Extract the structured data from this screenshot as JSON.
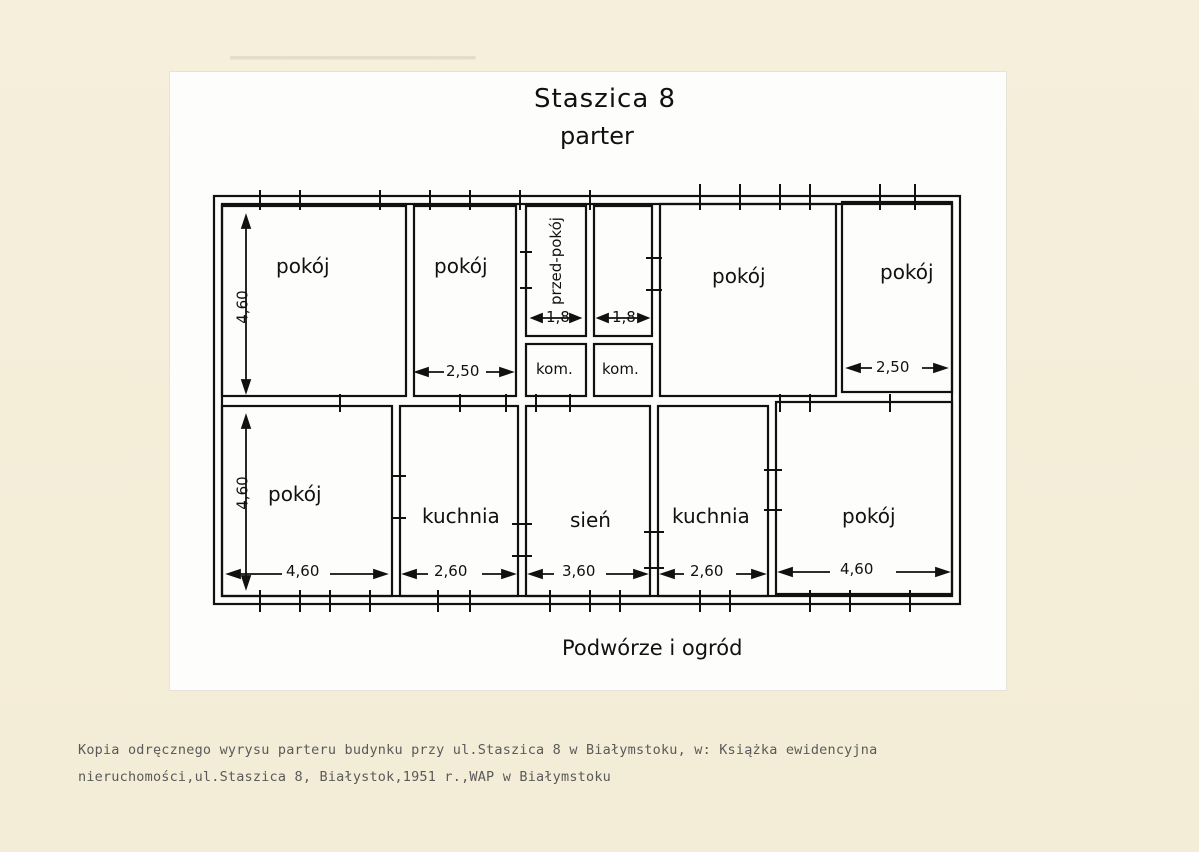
{
  "plan": {
    "title": "Staszica 8",
    "subtitle": "parter",
    "footer_note": "Podwórze i ogród",
    "rooms": {
      "r1": "pokój",
      "r2": "pokój",
      "r3": "przed-pokój",
      "r4": "pokój",
      "r5": "pokój",
      "kom1": "kom.",
      "kom2": "kom.",
      "r6": "pokój",
      "kitchen1": "kuchnia",
      "hall": "sień",
      "kitchen2": "kuchnia",
      "r7": "pokój"
    },
    "dimensions": {
      "h_top": "4,60",
      "h_bottom": "4,60",
      "w_250_left": "2,50",
      "w_18_left": "1,8",
      "w_18_right": "1,8",
      "w_250_right": "2,50",
      "w_460_left": "4,60",
      "w_260_left": "2,60",
      "w_360": "3,60",
      "w_260_right": "2,60",
      "w_460_right": "4,60"
    }
  },
  "caption": {
    "line1": "Kopia odręcznego wyrysu parteru budynku przy ul.Staszica 8 w Białymstoku, w: Książka ewidencyjna",
    "line2": "nieruchomości,ul.Staszica 8, Białystok,1951 r.,WAP w Białymstoku"
  }
}
